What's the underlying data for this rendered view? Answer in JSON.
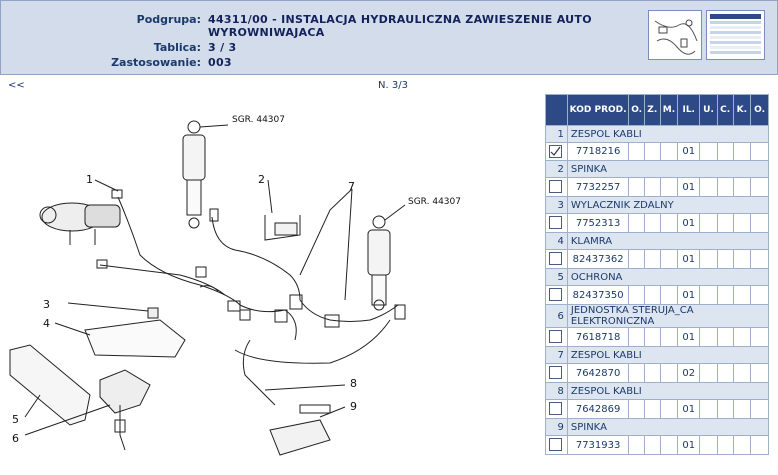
{
  "header": {
    "podgrupa_label": "Podgrupa:",
    "podgrupa_value_line1": "44311/00 - INSTALACJA HYDRAULICZNA ZAWIESZENIE AUTO",
    "podgrupa_value_line2": "WYROWNIWAJACA",
    "tablica_label": "Tablica:",
    "tablica_value": "3 / 3",
    "zastosowanie_label": "Zastosowanie:",
    "zastosowanie_value": "003"
  },
  "nav": {
    "back": "<<",
    "page": "N. 3/3"
  },
  "diagram": {
    "sgr_top": "SGR. 44307",
    "sgr_right": "SGR. 44307",
    "callouts": [
      "1",
      "2",
      "3",
      "4",
      "5",
      "6",
      "7",
      "8",
      "9"
    ]
  },
  "table": {
    "headers": [
      "",
      "KOD PROD.",
      "O.",
      "Z.",
      "M.",
      "IL.",
      "U.",
      "C.",
      "K.",
      "O."
    ],
    "rows": [
      {
        "num": "1",
        "desc": "ZESPOL KABLI",
        "code": "7718216",
        "qty": "01",
        "checked": true
      },
      {
        "num": "2",
        "desc": "SPINKA",
        "code": "7732257",
        "qty": "01",
        "checked": false
      },
      {
        "num": "3",
        "desc": "WYLACZNIK ZDALNY",
        "code": "7752313",
        "qty": "01",
        "checked": false
      },
      {
        "num": "4",
        "desc": "KLAMRA",
        "code": "82437362",
        "qty": "01",
        "checked": false
      },
      {
        "num": "5",
        "desc": "OCHRONA",
        "code": "82437350",
        "qty": "01",
        "checked": false
      },
      {
        "num": "6",
        "desc": "JEDNOSTKA STERUJA_CA ELEKTRONICZNA",
        "code": "7618718",
        "qty": "01",
        "checked": false
      },
      {
        "num": "7",
        "desc": "ZESPOL KABLI",
        "code": "7642870",
        "qty": "02",
        "checked": false
      },
      {
        "num": "8",
        "desc": "ZESPOL KABLI",
        "code": "7642869",
        "qty": "01",
        "checked": false
      },
      {
        "num": "9",
        "desc": "SPINKA",
        "code": "7731933",
        "qty": "01",
        "checked": false
      }
    ]
  },
  "colors": {
    "header_bg": "#d3dcea",
    "table_head": "#2d4a87",
    "desc_row": "#dde5f1",
    "text": "#1a3a6b"
  }
}
